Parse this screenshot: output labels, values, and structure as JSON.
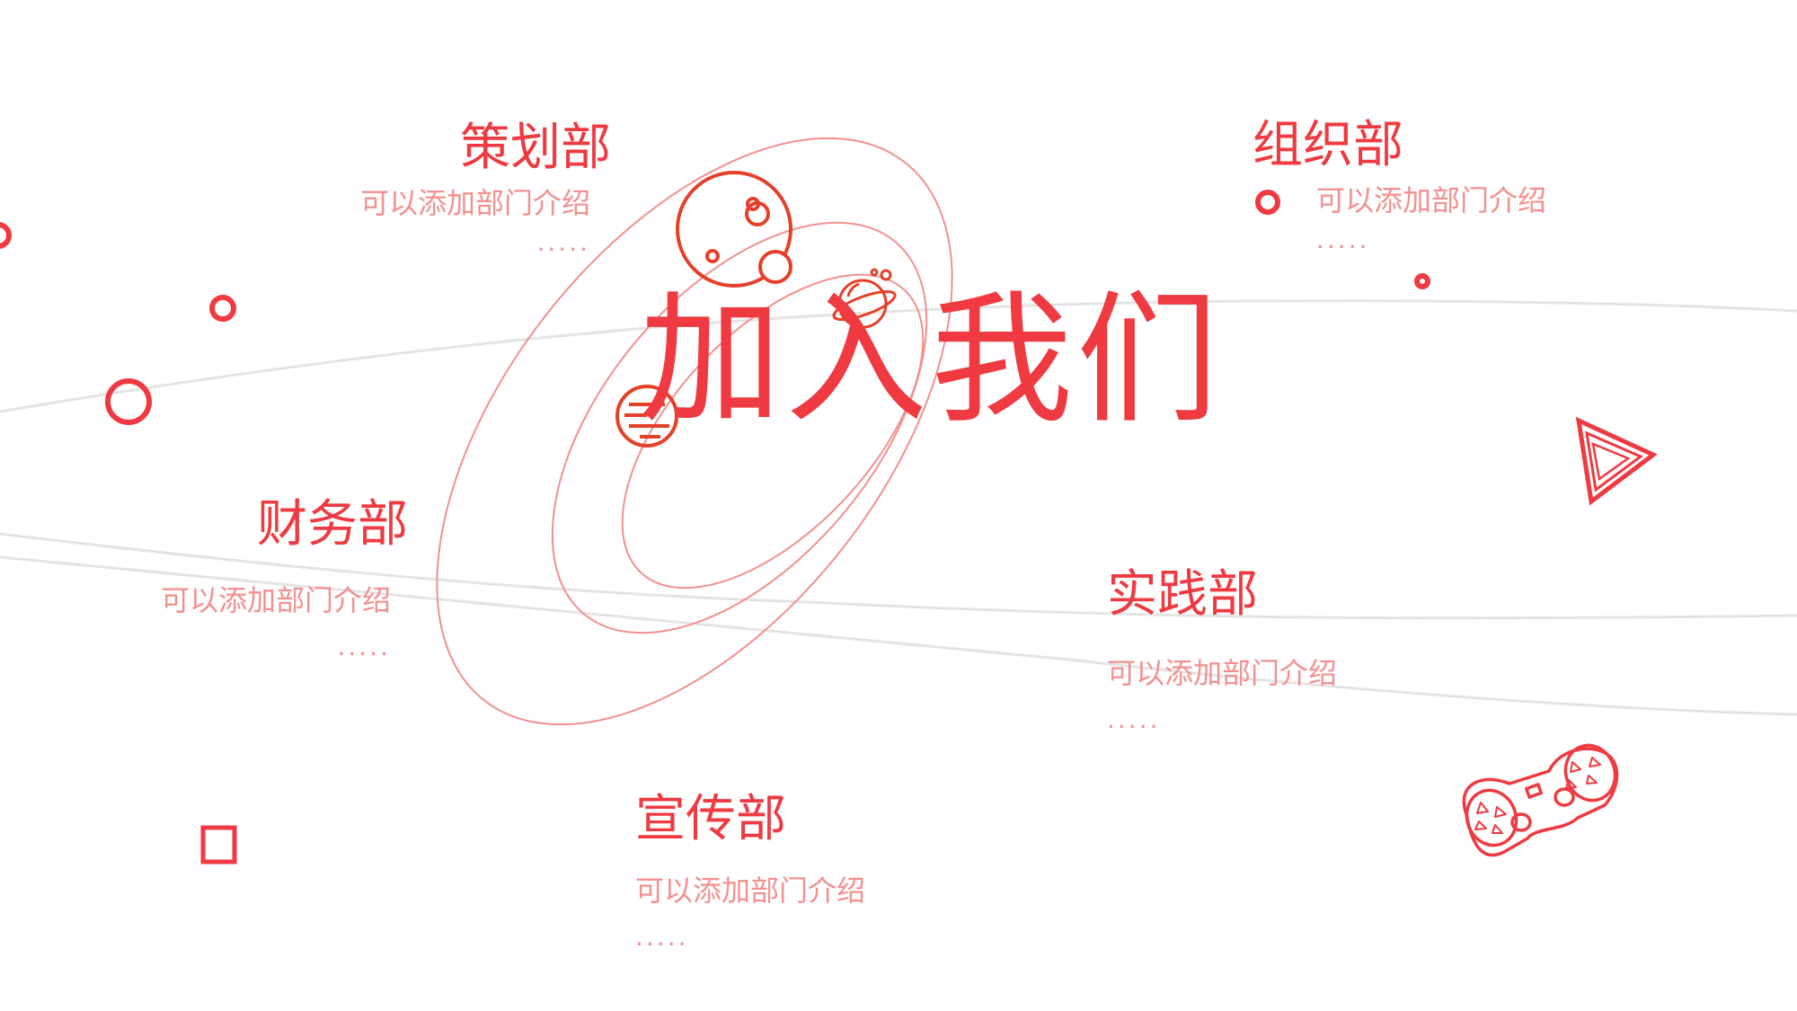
{
  "slide": {
    "title": "加入我们",
    "accent_color": "#ee3a40",
    "secondary_color": "#f3908f",
    "line_color": "#e4e4e4"
  },
  "departments": [
    {
      "name": "策划部",
      "description": "可以添加部门介绍",
      "more": "....."
    },
    {
      "name": "组织部",
      "description": "可以添加部门介绍",
      "more": "....."
    },
    {
      "name": "财务部",
      "description": "可以添加部门介绍",
      "more": "....."
    },
    {
      "name": "实践部",
      "description": "可以添加部门介绍",
      "more": "....."
    },
    {
      "name": "宣传部",
      "description": "可以添加部门介绍",
      "more": "....."
    }
  ],
  "decorations": {
    "icons": [
      "planet-craters-icon",
      "ringed-planet-icon",
      "striped-planet-icon",
      "triangle-play-icon",
      "gamepad-icon",
      "square-outline-icon",
      "ring-circle-icon"
    ]
  }
}
